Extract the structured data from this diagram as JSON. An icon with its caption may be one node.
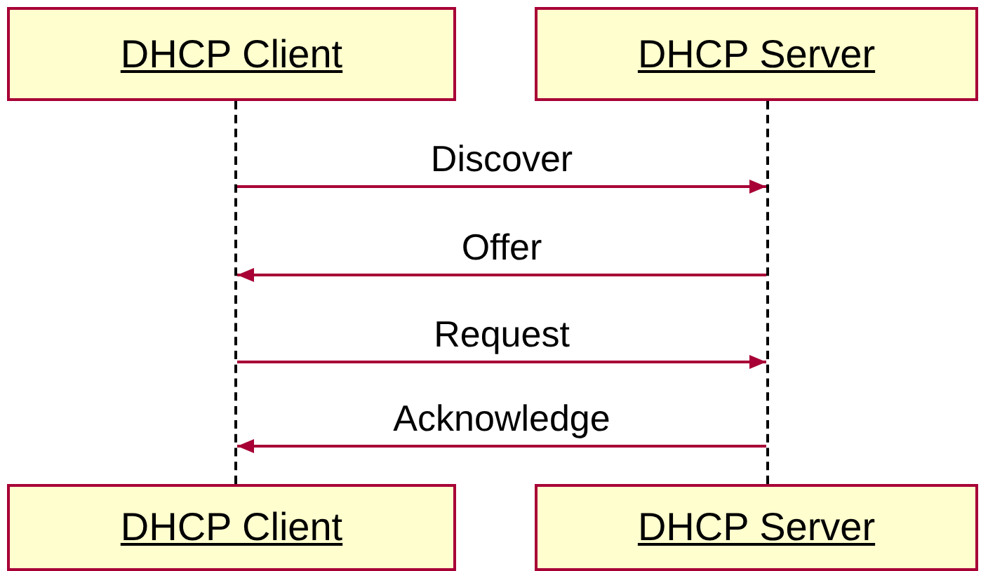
{
  "diagram": {
    "nodes": [
      {
        "text": [
          "DHCP Client"
        ]
      },
      {
        "text": [
          "DHCP Server"
        ]
      },
      {
        "text": [
          "DHCP Client"
        ]
      },
      {
        "text": [
          "DHCP Server"
        ]
      },
      {
        "text": [],
        "shape": "line"
      },
      {
        "text": [],
        "shape": "line"
      }
    ],
    "edges": [
      {
        "from": 4,
        "to": 5,
        "arrow": "to",
        "label": "Discover"
      },
      {
        "from": 5,
        "to": 4,
        "arrow": "to",
        "label": "Offer"
      },
      {
        "from": 4,
        "to": 5,
        "arrow": "to",
        "label": "Request"
      },
      {
        "from": 5,
        "to": 4,
        "arrow": "to",
        "label": "Acknowledge"
      }
    ]
  }
}
